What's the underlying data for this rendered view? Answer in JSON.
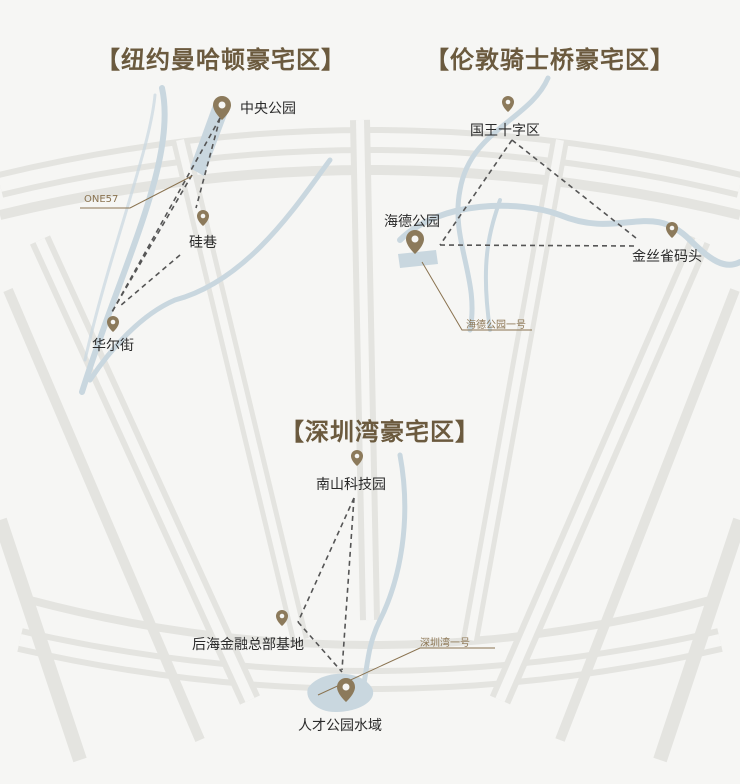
{
  "regions": {
    "newyork": {
      "title": "【纽约曼哈顿豪宅区】",
      "places": {
        "central_park": "中央公园",
        "silicon_alley": "硅巷",
        "wall_street": "华尔街"
      },
      "callout": "ONE57"
    },
    "london": {
      "title": "【伦敦骑士桥豪宅区】",
      "places": {
        "kings_cross": "国王十字区",
        "hyde_park": "海德公园",
        "canary_wharf": "金丝雀码头"
      },
      "callout": "海德公园一号"
    },
    "shenzhen": {
      "title": "【深圳湾豪宅区】",
      "places": {
        "nanshan_tech": "南山科技园",
        "qianhai_finance": "后海金融总部基地",
        "talent_park": "人才公园水域"
      },
      "callout": "深圳湾一号"
    }
  },
  "colors": {
    "title": "#6b5a3e",
    "pin": "#8c7a5b",
    "water": "#c9d7df",
    "route": "#555555",
    "callout": "#8a7350",
    "road": "#e6e6e2"
  }
}
